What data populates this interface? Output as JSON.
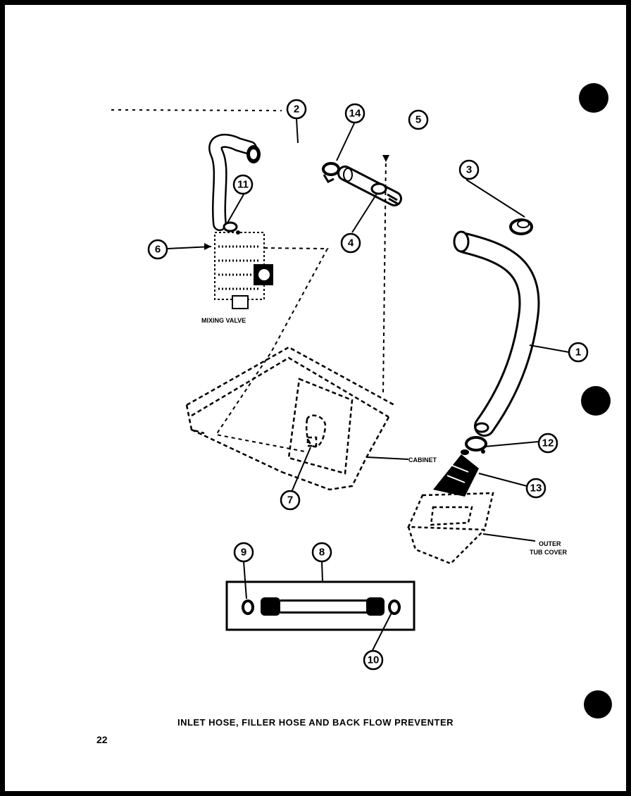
{
  "title": "INLET HOSE, FILLER HOSE AND BACK FLOW PREVENTER",
  "page_number": "22",
  "labels": {
    "mixing_valve": "MIXING VALVE",
    "cabinet": "CABINET",
    "outer_tub_cover_line1": "OUTER",
    "outer_tub_cover_line2": "TUB COVER"
  },
  "callouts": [
    "1",
    "2",
    "3",
    "4",
    "5",
    "6",
    "7",
    "8",
    "9",
    "10",
    "11",
    "12",
    "13",
    "14"
  ],
  "colors": {
    "ink": "#000000",
    "paper": "#ffffff"
  }
}
